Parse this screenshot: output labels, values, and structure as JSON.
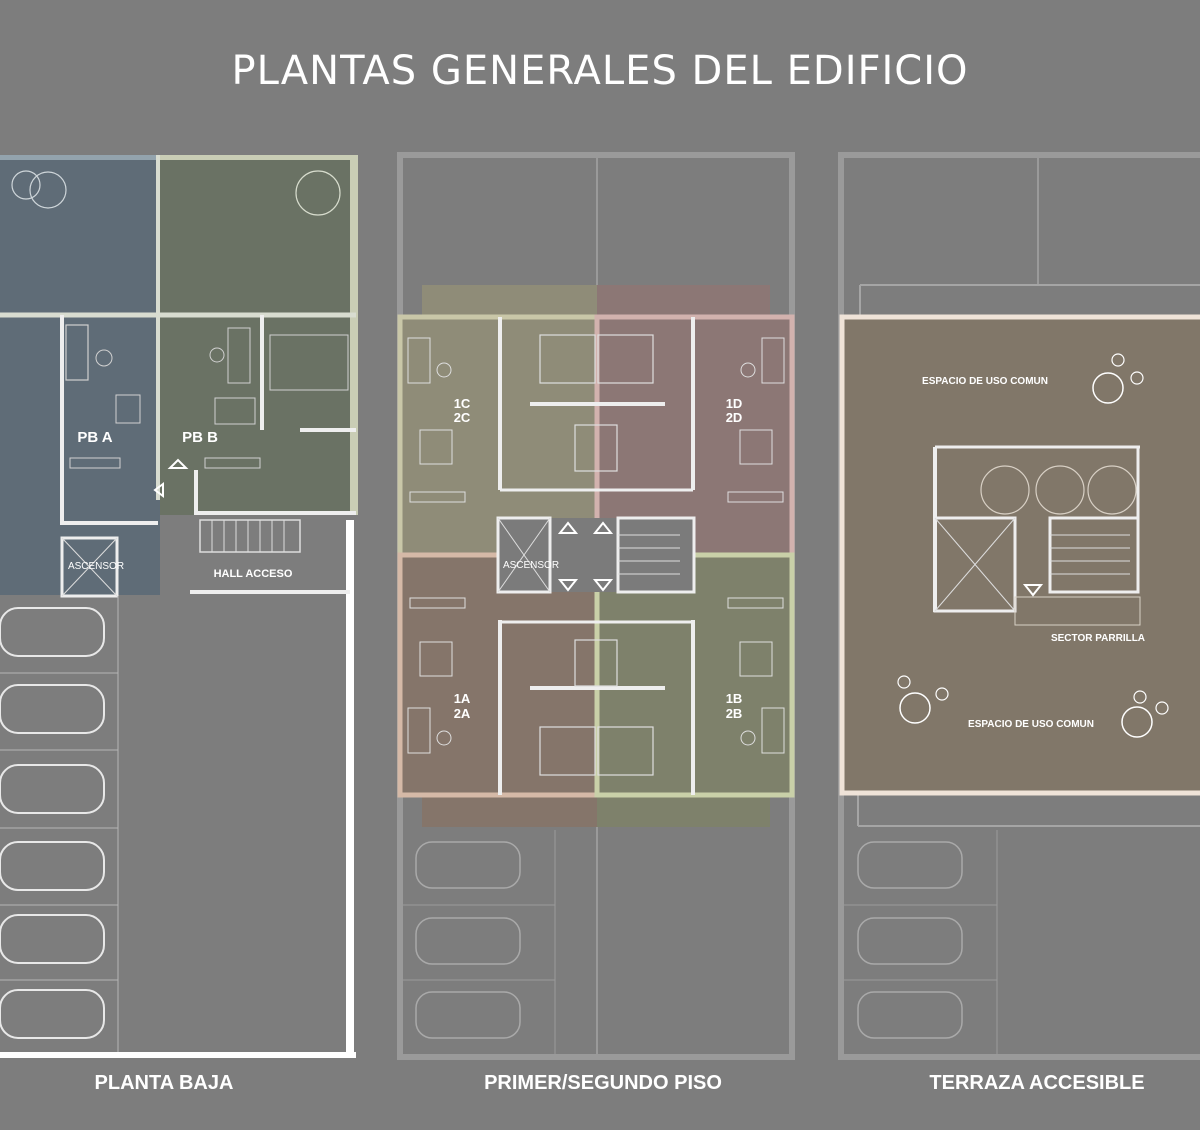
{
  "title": "PLANTAS GENERALES DEL EDIFICIO",
  "panels": {
    "planta_baja": {
      "caption": "PLANTA BAJA",
      "labels": {
        "pb_a": "PB A",
        "pb_b": "PB B",
        "ascensor": "ASCENSOR",
        "hall": "HALL ACCESO"
      },
      "colors": {
        "unit_a": "#5f6c77",
        "unit_b": "#6a7264"
      }
    },
    "primer_segundo": {
      "caption": "PRIMER/SEGUNDO PISO",
      "labels": {
        "c_top": "1C",
        "c_bot": "2C",
        "d_top": "1D",
        "d_bot": "2D",
        "a_top": "1A",
        "a_bot": "2A",
        "b_top": "1B",
        "b_bot": "2B",
        "ascensor": "ASCENSOR"
      },
      "colors": {
        "unit_c": "#8f8c78",
        "unit_d": "#8c7775",
        "unit_a": "#85756a",
        "unit_b": "#7e816b"
      }
    },
    "terraza": {
      "caption": "TERRAZA ACCESIBLE",
      "labels": {
        "espacio_top": "ESPACIO DE USO COMUN",
        "espacio_bottom": "ESPACIO DE USO COMUN",
        "parrilla": "SECTOR PARRILLA"
      },
      "colors": {
        "terrace": "#817769"
      }
    }
  }
}
